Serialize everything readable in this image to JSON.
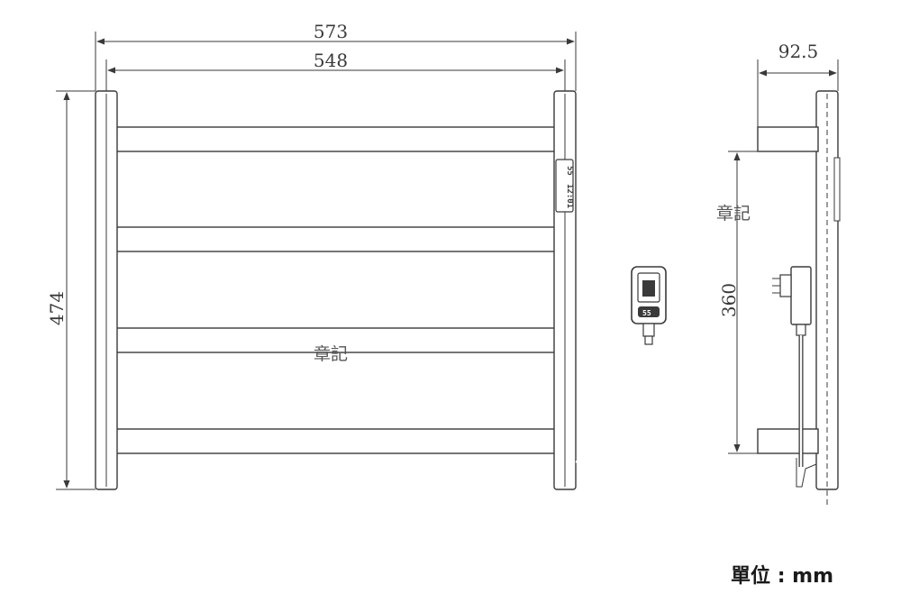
{
  "dimensions": {
    "width_outer": "573",
    "width_inner": "548",
    "height": "474",
    "depth": "92.5",
    "bar_spacing": "360"
  },
  "controller": {
    "display_top": "55",
    "display_bottom": "12:01",
    "remote_label": "55"
  },
  "watermark": "章記",
  "unit_label": "單位 : mm"
}
